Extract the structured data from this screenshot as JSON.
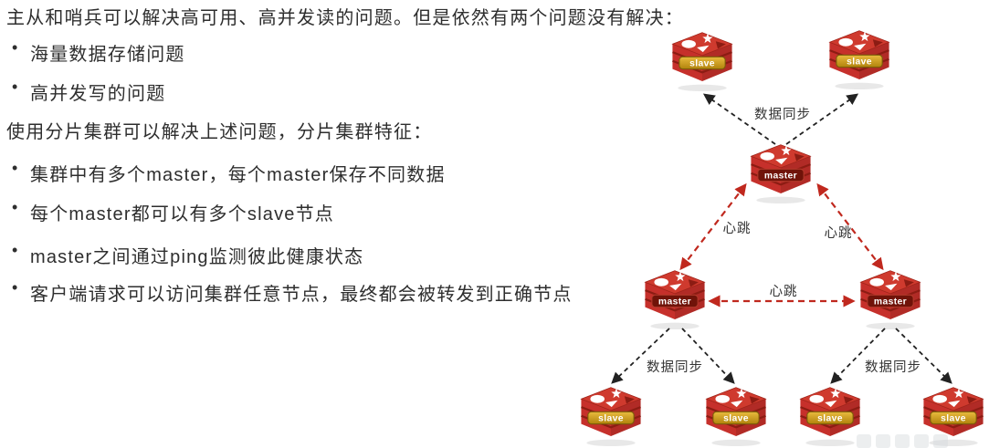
{
  "text": {
    "bullet_char": "•",
    "lines": [
      {
        "kind": "paragraph",
        "text": "主从和哨兵可以解决高可用、高并发读的问题。但是依然有两个问题没有解决："
      },
      {
        "kind": "bullet",
        "text": "海量数据存储问题"
      },
      {
        "kind": "bullet",
        "text": "高并发写的问题"
      },
      {
        "kind": "paragraph",
        "text": "使用分片集群可以解决上述问题，分片集群特征："
      },
      {
        "kind": "bullet",
        "text": "集群中有多个master，每个master保存不同数据"
      },
      {
        "kind": "bullet",
        "text": "每个master都可以有多个slave节点"
      },
      {
        "kind": "bullet",
        "text": "master之间通过ping监测彼此健康状态"
      },
      {
        "kind": "bullet",
        "text": "客户端请求可以访问集群任意节点，最终都会被转发到正确节点"
      }
    ]
  },
  "diagram": {
    "nodes": [
      {
        "id": "slave-top-left",
        "role": "slave",
        "label": "slave"
      },
      {
        "id": "slave-top-right",
        "role": "slave",
        "label": "slave"
      },
      {
        "id": "master-center",
        "role": "master",
        "label": "master"
      },
      {
        "id": "master-left",
        "role": "master",
        "label": "master"
      },
      {
        "id": "master-right",
        "role": "master",
        "label": "master"
      },
      {
        "id": "slave-bottom-1",
        "role": "slave",
        "label": "slave"
      },
      {
        "id": "slave-bottom-2",
        "role": "slave",
        "label": "slave"
      },
      {
        "id": "slave-bottom-3",
        "role": "slave",
        "label": "slave"
      },
      {
        "id": "slave-bottom-4",
        "role": "slave",
        "label": "slave"
      }
    ],
    "edge_labels": {
      "sync_top": "数据同步",
      "heartbeat_left": "心跳",
      "heartbeat_right": "心跳",
      "heartbeat_middle": "心跳",
      "sync_bottom_left": "数据同步",
      "sync_bottom_right": "数据同步"
    },
    "colors": {
      "redis_red": "#c6302b",
      "redis_dark_red": "#8c1c13",
      "slave_plate_gold": "#c8920e",
      "master_plate_red": "#701309",
      "heartbeat_arrow_red": "#c0281e",
      "sync_arrow_black": "#222222"
    }
  }
}
